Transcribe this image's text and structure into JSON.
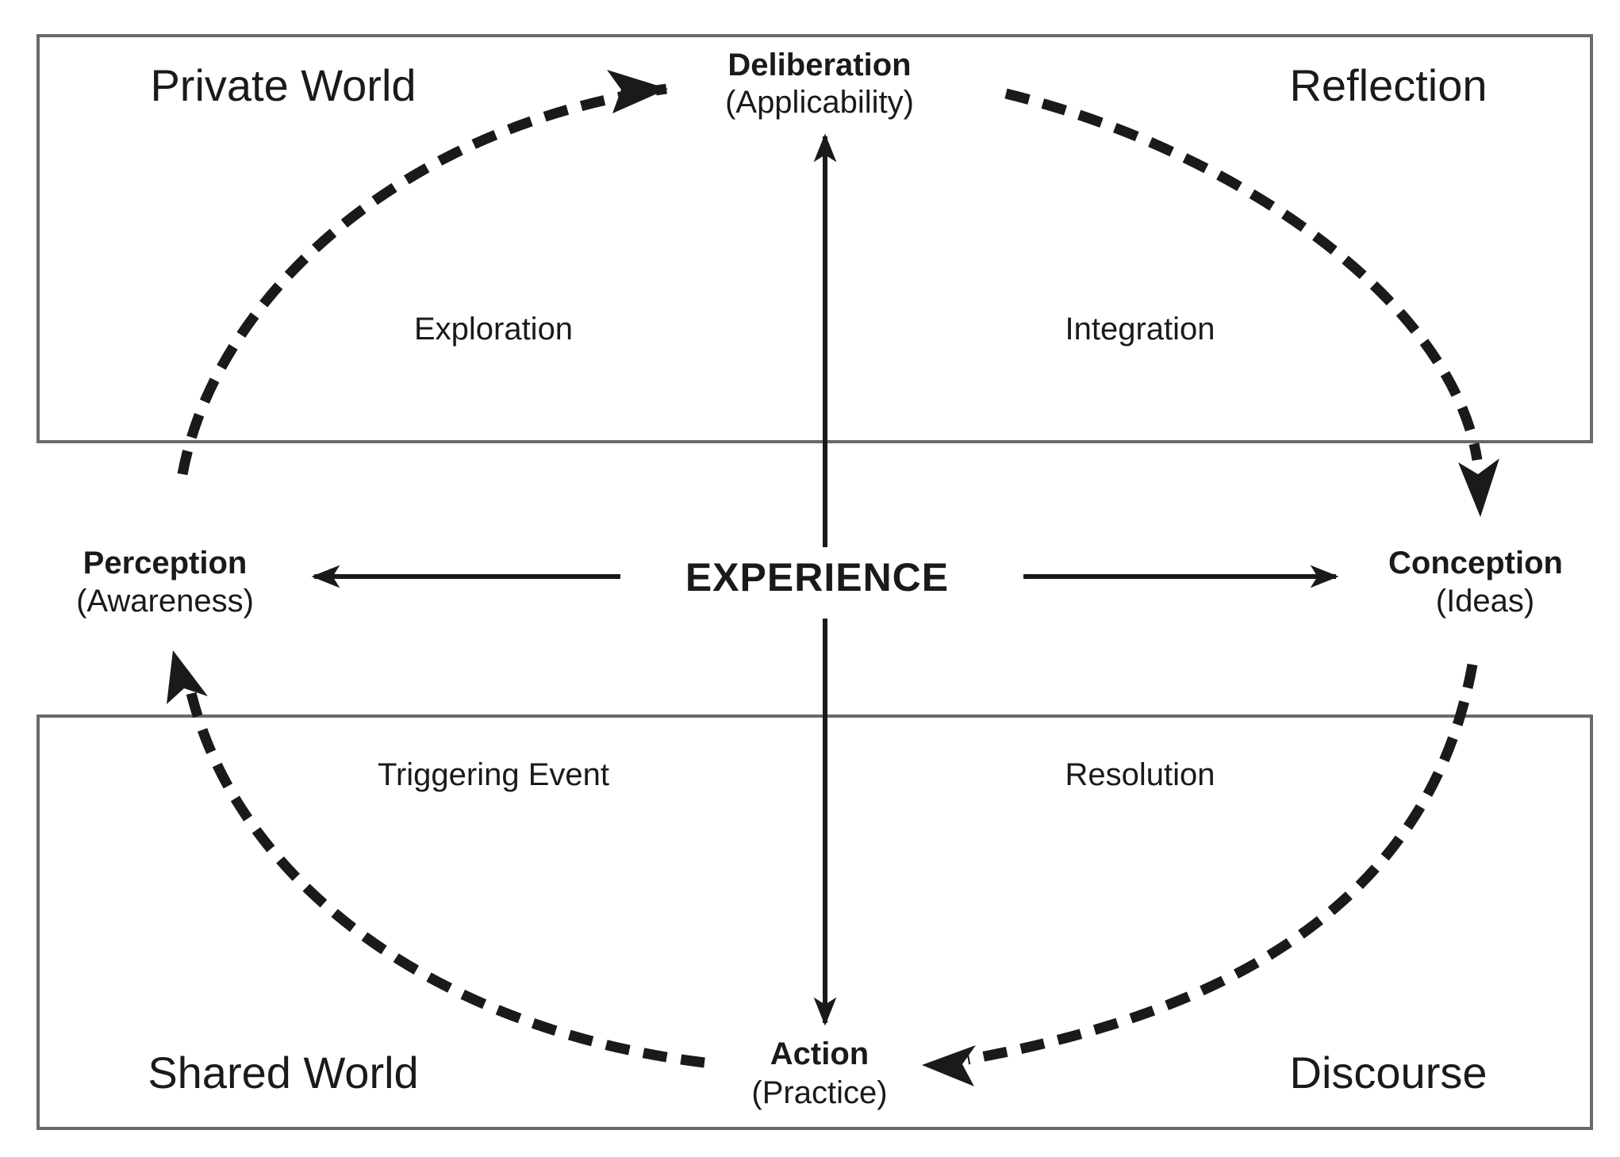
{
  "diagram": {
    "corners": {
      "private_world": "Private World",
      "reflection": "Reflection",
      "shared_world": "Shared World",
      "discourse": "Discourse"
    },
    "regions": {
      "exploration": "Exploration",
      "integration": "Integration",
      "triggering_event": "Triggering Event",
      "resolution": "Resolution"
    },
    "center": "EXPERIENCE",
    "nodes": {
      "deliberation": {
        "title": "Deliberation",
        "subtitle": "(Applicability)"
      },
      "perception": {
        "title": "Perception",
        "subtitle": "(Awareness)"
      },
      "conception": {
        "title": "Conception",
        "subtitle": "(Ideas)"
      },
      "action": {
        "title": "Action",
        "subtitle": "(Practice)"
      }
    },
    "colors": {
      "line": "#1a1a1a",
      "frame": "#6a6a6a",
      "background": "#ffffff"
    }
  }
}
